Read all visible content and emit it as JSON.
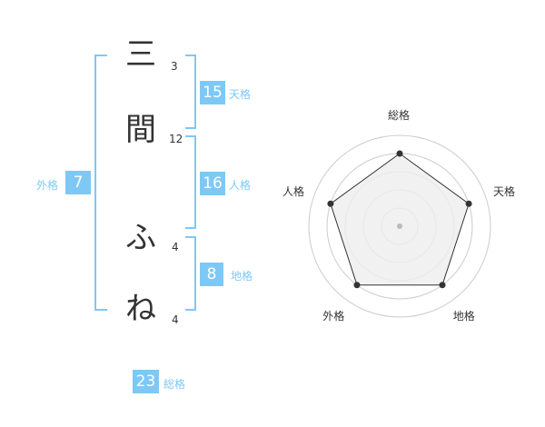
{
  "name_chars": [
    {
      "char": "三",
      "strokes": "3"
    },
    {
      "char": "間",
      "strokes": "12"
    },
    {
      "char": "ふ",
      "strokes": "4"
    },
    {
      "char": "ね",
      "strokes": "4"
    }
  ],
  "fortunes": {
    "gaikaku": {
      "value": "7",
      "label": "外格"
    },
    "tenkaku": {
      "value": "15",
      "label": "天格"
    },
    "jinkaku": {
      "value": "16",
      "label": "人格"
    },
    "chikaku": {
      "value": "8",
      "label": "地格"
    },
    "soukaku": {
      "value": "23",
      "label": "総格"
    }
  },
  "colors": {
    "accent": "#7ec8f5",
    "radar_fill": "#eeeeee",
    "radar_line": "#333333",
    "rings": "#cccccc"
  },
  "chart_data": {
    "type": "radar",
    "axes": [
      "総格",
      "天格",
      "地格",
      "外格",
      "人格"
    ],
    "ring_count": 5,
    "max": 5,
    "values": [
      4,
      4,
      4,
      4,
      4
    ]
  }
}
